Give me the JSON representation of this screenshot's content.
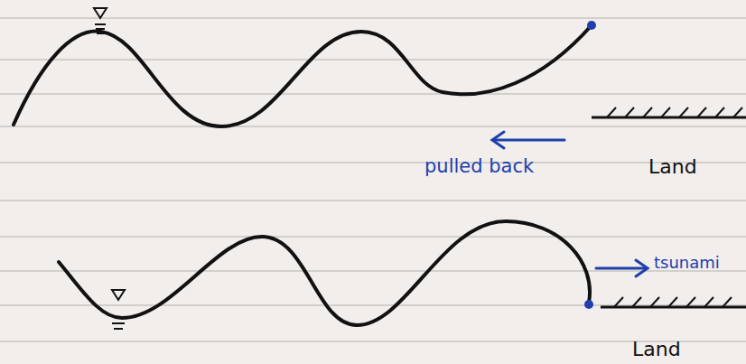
{
  "diagram": {
    "labels": [
      "pulled back",
      "Land",
      "tsunami",
      "Land"
    ]
  }
}
